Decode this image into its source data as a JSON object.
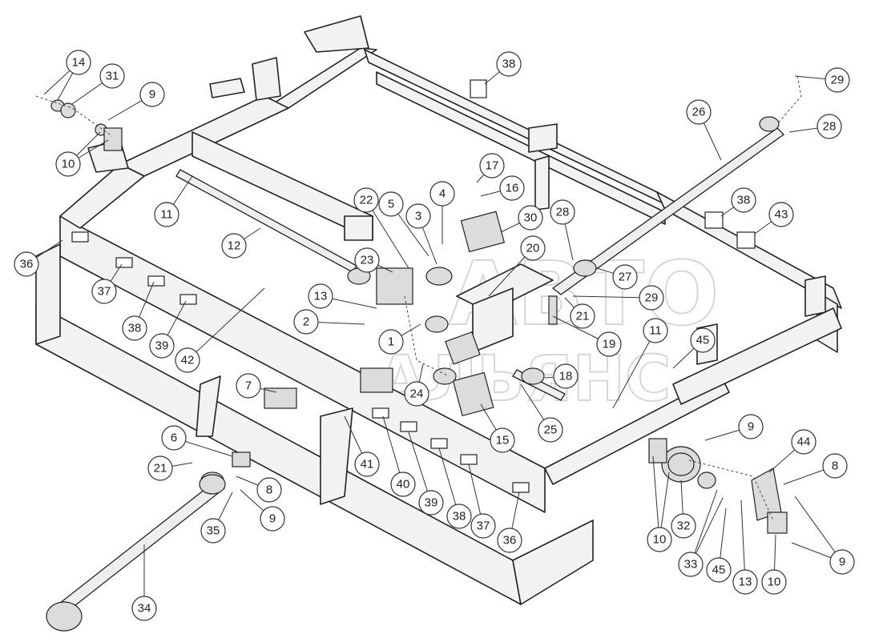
{
  "watermark": {
    "line1": "АВТО",
    "line2": "АЛЬЯНС"
  },
  "callouts": [
    "14",
    "31",
    "9",
    "10",
    "11",
    "12",
    "36",
    "37",
    "38",
    "39",
    "42",
    "22",
    "5",
    "3",
    "4",
    "17",
    "16",
    "30",
    "38",
    "26",
    "29",
    "28",
    "23",
    "13",
    "2",
    "1",
    "20",
    "28",
    "27",
    "29",
    "21",
    "19",
    "11",
    "45",
    "38",
    "43",
    "7",
    "24",
    "18",
    "25",
    "15",
    "9",
    "6",
    "21",
    "8",
    "9",
    "35",
    "34",
    "41",
    "40",
    "39",
    "38",
    "37",
    "36",
    "10",
    "32",
    "33",
    "45",
    "13",
    "10",
    "44",
    "8",
    "9"
  ]
}
